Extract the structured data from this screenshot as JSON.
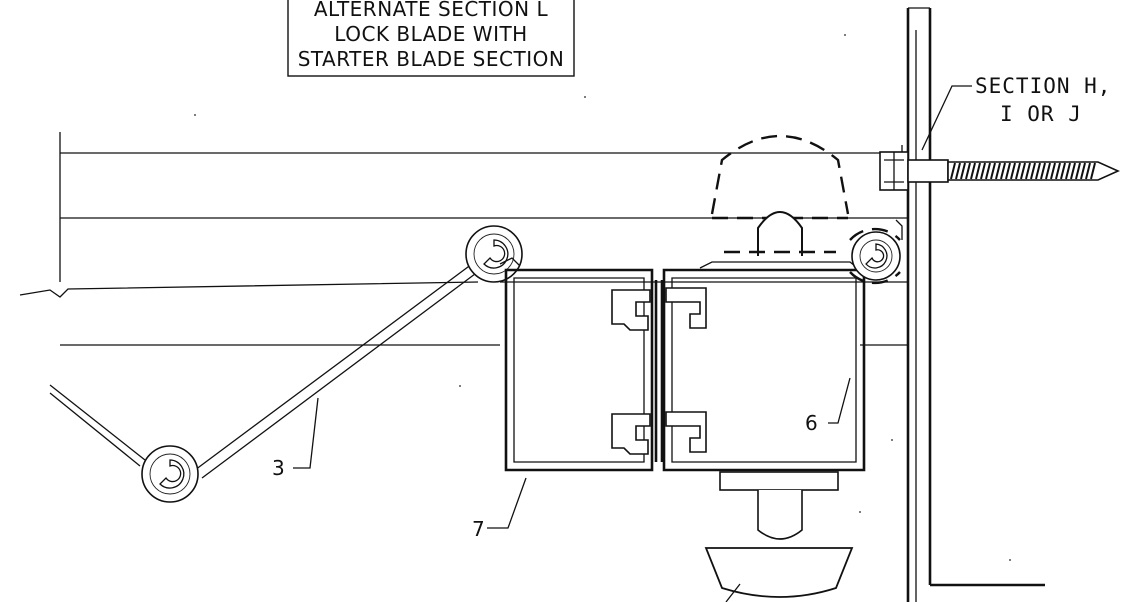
{
  "title_box": {
    "line1": "ALTERNATE SECTION L",
    "line2": "LOCK BLADE WITH",
    "line3": "STARTER BLADE SECTION"
  },
  "section_ref": {
    "line1": "SECTION H,",
    "line2": "I OR J"
  },
  "callouts": {
    "c3": "3",
    "c6": "6",
    "c7": "7"
  }
}
